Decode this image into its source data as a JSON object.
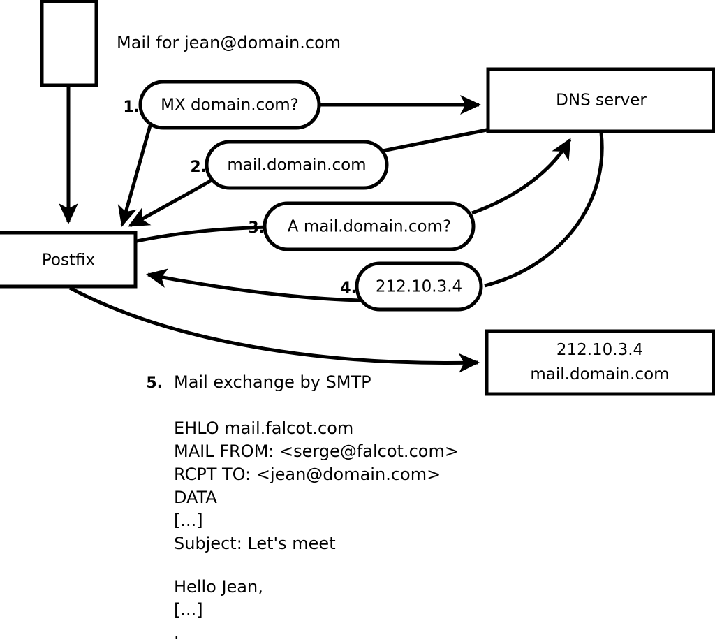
{
  "diagram": {
    "title_caption": "Mail for jean@domain.com",
    "nodes": {
      "client_box": {
        "label": ""
      },
      "postfix": {
        "label": "Postfix"
      },
      "dns_server": {
        "label": "DNS server"
      },
      "mail_server": {
        "line1": "212.10.3.4",
        "line2": "mail.domain.com"
      }
    },
    "steps": [
      {
        "num": "1.",
        "label": "MX domain.com?"
      },
      {
        "num": "2.",
        "label": "mail.domain.com"
      },
      {
        "num": "3.",
        "label": "A mail.domain.com?"
      },
      {
        "num": "4.",
        "label": "212.10.3.4"
      }
    ],
    "step5": {
      "num": "5.",
      "label": "Mail exchange by SMTP"
    },
    "smtp_transcript": [
      "EHLO mail.falcot.com",
      "MAIL FROM: <serge@falcot.com>",
      "RCPT TO: <jean@domain.com>",
      "DATA",
      "[...]",
      "Subject: Let's meet",
      "",
      "Hello Jean,",
      "[...]",
      "."
    ],
    "colors": {
      "stroke": "#000000",
      "fill": "#ffffff",
      "background": "#ffffff"
    }
  }
}
